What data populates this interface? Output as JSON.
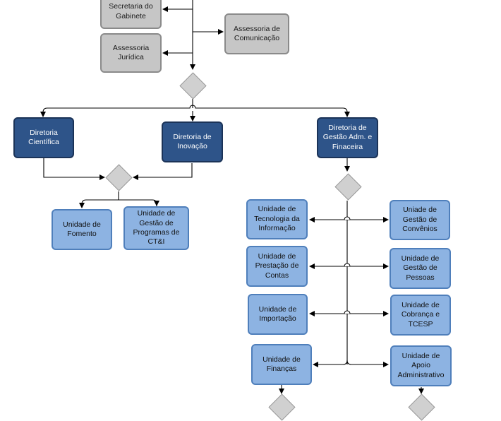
{
  "org_chart": {
    "top": {
      "secretaria_gabinete": "Secretaria do\nGabinete",
      "assessoria_comunicacao": "Assessoria de\nComunicação",
      "assessoria_juridica": "Assessoria\nJurídica"
    },
    "diretorias": {
      "cientifica": "Diretoria\nCientífica",
      "inovacao": "Diretoria de\nInovação",
      "gestao_adm": "Diretoria de\nGestão Adm. e\nFinaceira"
    },
    "units_left": {
      "fomento": "Unidade de\nFomento",
      "gestao_programas": "Unidade de\nGestão de\nProgramas de\nCT&I"
    },
    "units_right": {
      "tecnologia": "Unidade de\nTecnologia da\nInformação",
      "convenios": "Uniade de\nGestão de\nConvênios",
      "prestacao": "Unidade de\nPrestação de\nContas",
      "pessoas": "Unidade  de\nGestão de\nPessoas",
      "importacao": "Unidade de\nImportação",
      "cobranca": "Unidade de\nCobrança e\nTCESP",
      "financas": "Unidade de\nFinanças",
      "apoio": "Unidade de\nApoio\nAdministrativo"
    }
  },
  "colors": {
    "grey_box": "#c6c6c6",
    "dark_box": "#2e5489",
    "light_box": "#8db3e2",
    "connector": "#000000",
    "decision": "#d0d0d0"
  }
}
